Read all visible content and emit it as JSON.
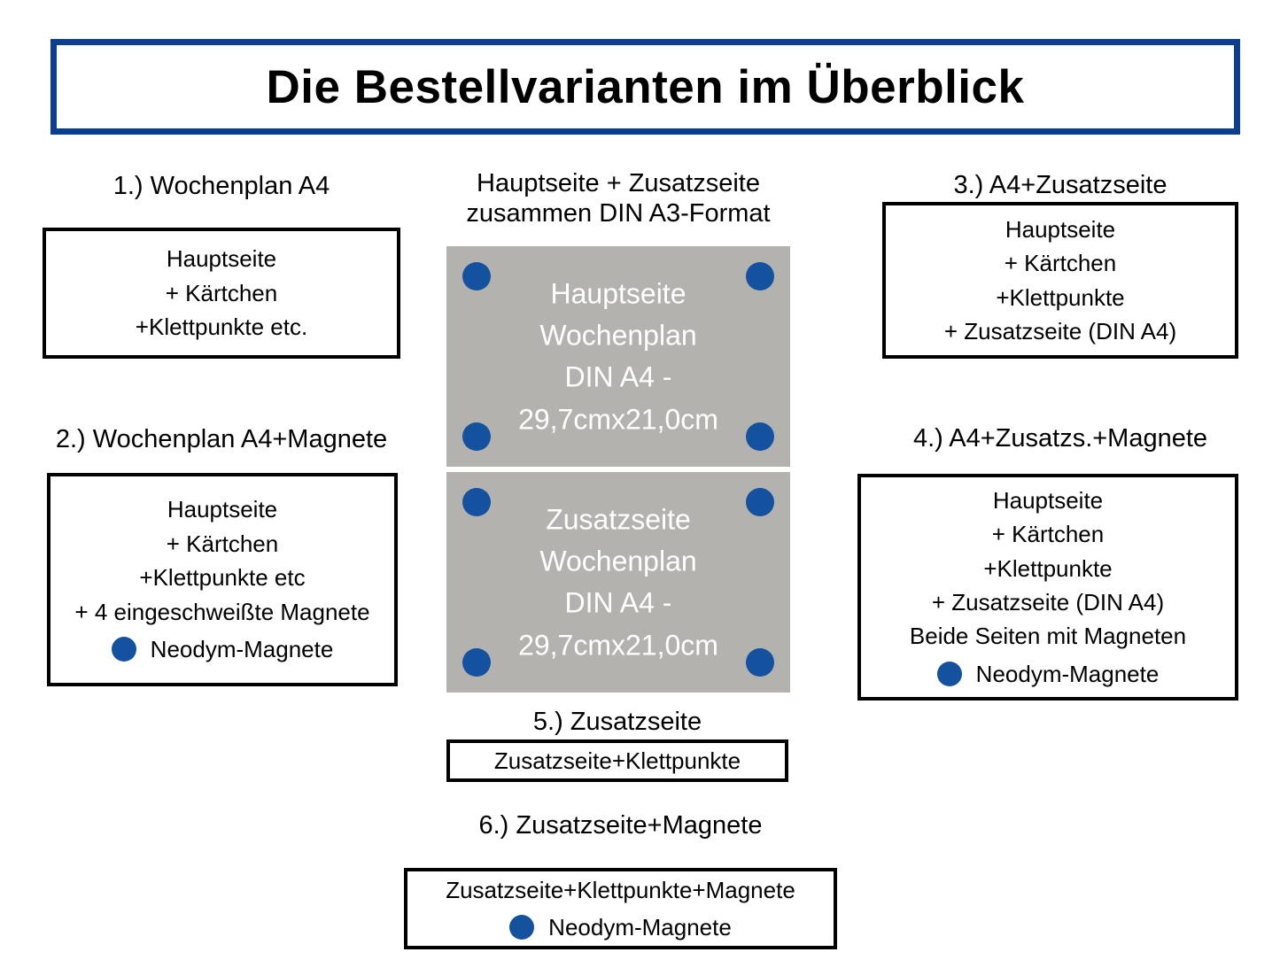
{
  "title": {
    "text": "Die Bestellvarianten im Überblick",
    "border_color": "#0b3e8e"
  },
  "colors": {
    "magnet_dot": "#14519f",
    "sheet_gray": "#b3b2ae",
    "card_border": "#000000",
    "title_border": "#0b3e8e"
  },
  "center": {
    "heading_line1": "Hauptseite + Zusatzseite",
    "heading_line2": "zusammen DIN A3-Format",
    "sheets": [
      {
        "name": "hauptseite-sheet",
        "lines": [
          "Hauptseite",
          "Wochenplan",
          "DIN A4 -",
          "29,7cmx21,0cm"
        ],
        "corner_dots": 4
      },
      {
        "name": "zusatzseite-sheet",
        "lines": [
          "Zusatzseite",
          "Wochenplan",
          "DIN A4 -",
          "29,7cmx21,0cm"
        ],
        "corner_dots": 4
      }
    ]
  },
  "variants": [
    {
      "id": 1,
      "caption": "1.) Wochenplan A4",
      "lines": [
        "Hauptseite",
        "+ Kärtchen",
        "+Klettpunkte etc."
      ],
      "legend": null
    },
    {
      "id": 2,
      "caption": "2.) Wochenplan A4+Magnete",
      "lines": [
        "Hauptseite",
        "+ Kärtchen",
        "+Klettpunkte etc",
        "+ 4 eingeschweißte Magnete"
      ],
      "legend": "Neodym-Magnete"
    },
    {
      "id": 3,
      "caption": "3.)  A4+Zusatzseite",
      "lines": [
        "Hauptseite",
        "+ Kärtchen",
        "+Klettpunkte",
        "+ Zusatzseite (DIN A4)"
      ],
      "legend": null
    },
    {
      "id": 4,
      "caption": "4.) A4+Zusatzs.+Magnete",
      "lines": [
        "Hauptseite",
        "+ Kärtchen",
        "+Klettpunkte",
        "+ Zusatzseite (DIN A4)",
        "Beide Seiten mit Magneten"
      ],
      "legend": "Neodym-Magnete"
    },
    {
      "id": 5,
      "caption": "5.) Zusatzseite",
      "lines": [
        "Zusatzseite+Klettpunkte"
      ],
      "legend": null
    },
    {
      "id": 6,
      "caption": "6.) Zusatzseite+Magnete",
      "lines": [
        "Zusatzseite+Klettpunkte+Magnete"
      ],
      "legend": "Neodym-Magnete"
    }
  ]
}
